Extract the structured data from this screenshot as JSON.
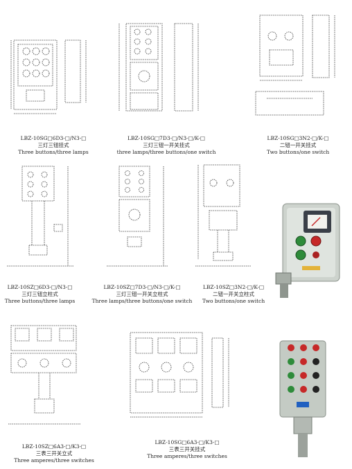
{
  "products": [
    {
      "model": "LBZ-10SG□6D3-□/N3-□",
      "name_cn": "三灯三钮挂式",
      "name_en": "Three buttons/three lamps"
    },
    {
      "model": "LBZ-10SG□7D3-□/N3-□/K-□",
      "name_cn": "三灯三钮一开关挂式",
      "name_en": "three lamps/three buttons/one switch"
    },
    {
      "model": "LBZ-10SG□3N2-□/K-□",
      "name_cn": "二钮一开关挂式",
      "name_en": "Two buttons/one switch"
    },
    {
      "model": "LBZ-10SZ□6D3-□/N3-□",
      "name_cn": "三灯三钮立柱式",
      "name_en": "Three buttons/three lamps"
    },
    {
      "model": "LBZ-10SZ□7D3-□/N3-□/K-□",
      "name_cn": "三灯三钮一开关立柱式",
      "name_en": "Three lamps/three buttons/one switch"
    },
    {
      "model": "LBZ-10SZ□3N2-□/K-□",
      "name_cn": "二钮一开关立柱式",
      "name_en": "Two buttons/one switch"
    },
    {
      "model": "LBZ-10SZ□6A3-□/K3-□",
      "name_cn": "三表三开关立式",
      "name_en": "Three amperes/three switches"
    },
    {
      "model": "LBZ-10SG□6A3-□/K3-□",
      "name_cn": "三表三开关挂式",
      "name_en": "Three amperes/three switches"
    }
  ],
  "colors": {
    "enclosure": "#c9cfc9",
    "button_green": "#2e8b3a",
    "button_red": "#c62828",
    "button_black": "#222222",
    "meter_window": "#3a3f48"
  }
}
